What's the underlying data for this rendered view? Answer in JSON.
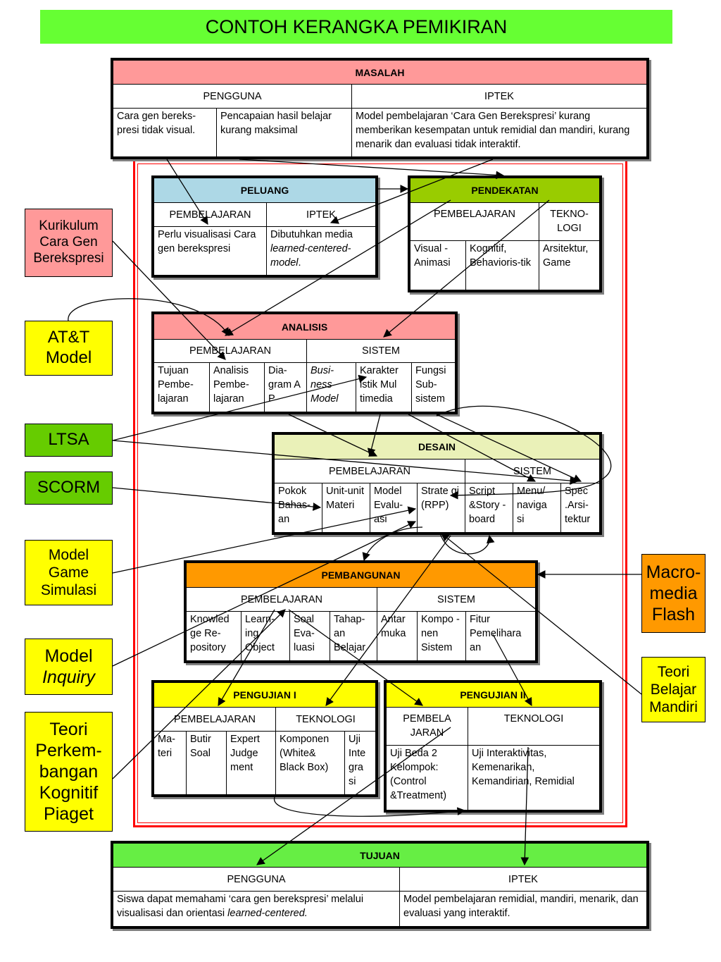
{
  "title": "CONTOH KERANGKA PEMIKIRAN",
  "masalah": {
    "header": "MASALAH",
    "pengguna": "PENGGUNA",
    "iptek": "IPTEK",
    "cell1": "Cara gen bereks-presi tidak visual.",
    "cell2": "Pencapaian hasil belajar kurang maksimal",
    "cell3": "Model pembelajaran ‘Cara Gen Berekspresi’  kurang memberikan kesempatan untuk remidial dan mandiri, kurang menarik dan evaluasi tidak interaktif."
  },
  "peluang": {
    "header": "PELUANG",
    "pembelajaran": "PEMBELAJARAN",
    "iptek": "IPTEK",
    "cell1": "Perlu visualisasi Cara gen berekspresi",
    "cell2a": "Dibutuhkan  media",
    "cell2b": "learned-centered-model",
    "cell2c": "."
  },
  "pendekatan": {
    "header": "PENDEKATAN",
    "pembelajaran": "PEMBELAJARAN",
    "teknologi": "TEKNO-LOGI",
    "cell1": "Visual - Animasi",
    "cell2": "Kognitif, Behavioris-tik",
    "cell3": "Arsitektur, Game"
  },
  "analisis": {
    "header": "ANALISIS",
    "pembelajaran": "PEMBELAJARAN",
    "sistem": "SISTEM",
    "cell1": "Tujuan Pembe-lajaran",
    "cell2": "Analisis Pembe-lajaran",
    "cell3": "Dia-gram A P",
    "cell4": "Busi-ness Model",
    "cell5": "Karakter istik Mul timedia",
    "cell6": "Fungsi Sub-sistem"
  },
  "desain": {
    "header": "DESAIN",
    "pembelajaran": "PEMBELAJARAN",
    "sistem": "SISTEM",
    "cell1": "Pokok Bahas-an",
    "cell2": "Unit-unit Materi",
    "cell3": "Model Evalu-asi",
    "cell4": "Strate gi (RPP)",
    "cell5": "Script &Story -board",
    "cell6": "Menu/ naviga si",
    "cell7": "Spec .Arsi-tektur"
  },
  "pembangunan": {
    "header": "PEMBANGUNAN",
    "pembelajaran": "PEMBELAJARAN",
    "sistem": "SISTEM",
    "cell1": "Knowled ge Re-pository",
    "cell2": "Learn-ing Object",
    "cell3": "Soal Eva-luasi",
    "cell4": "Tahap-an Belajar",
    "cell5": "Antar muka",
    "cell6": "Kompo -nen Sistem",
    "cell7": "Fitur Pemelihara an"
  },
  "pengujian1": {
    "header": "PENGUJIAN I",
    "pembelajaran": "PEMBELAJARAN",
    "teknologi": "TEKNOLOGI",
    "cell1": "Ma-teri",
    "cell2": "Butir Soal",
    "cell3": "Expert Judge ment",
    "cell4": "Komponen (White& Black Box)",
    "cell5": "Uji Inte gra si"
  },
  "pengujian2": {
    "header": "PENGUJIAN II",
    "pembelajaran": "PEMBELA JARAN",
    "teknologi": "TEKNOLOGI",
    "cell1": "Uji Beda 2 Kelompok: (Control &Treatment)",
    "cell2": "Uji Interaktivitas, Kemenarikan, Kemandirian, Remidial"
  },
  "tujuan": {
    "header": "TUJUAN",
    "pengguna": "PENGGUNA",
    "iptek": "IPTEK",
    "cell1a": "Siswa dapat memahami ‘cara gen berekspresi’ melalui visualisasi dan orientasi ",
    "cell1b": "learned-centered.",
    "cell2": "Model pembelajaran remidial, mandiri, menarik, dan evaluasi yang interaktif."
  },
  "side": {
    "kurikulum": [
      "Kurikulum",
      "Cara Gen",
      "Berekspresi"
    ],
    "att": [
      "AT&T",
      "Model"
    ],
    "ltsa": "LTSA",
    "scorm": "SCORM",
    "game": [
      "Model",
      "Game",
      "Simulasi"
    ],
    "inquiry": [
      "Model",
      "Inquiry"
    ],
    "piaget": [
      "Teori",
      "Perkem-",
      "bangan",
      "Kognitif",
      "Piaget"
    ],
    "macromedia": [
      "Macro-",
      "media",
      "Flash"
    ],
    "teoriBelajar": [
      "Teori",
      "Belajar",
      "Mandiri"
    ]
  },
  "colors": {
    "title_bg": "#66ff33",
    "frame": "#ff0000",
    "masalah_header": "#ff9999",
    "peluang_header": "#add8e6",
    "pendekatan_header": "#99cc00",
    "analisis_header": "#ff9999",
    "desain_header": "#eaf1b8",
    "pembangunan_header": "#ff9900",
    "pengujian_header": "#ffff00",
    "tujuan_header": "#66ee44"
  }
}
